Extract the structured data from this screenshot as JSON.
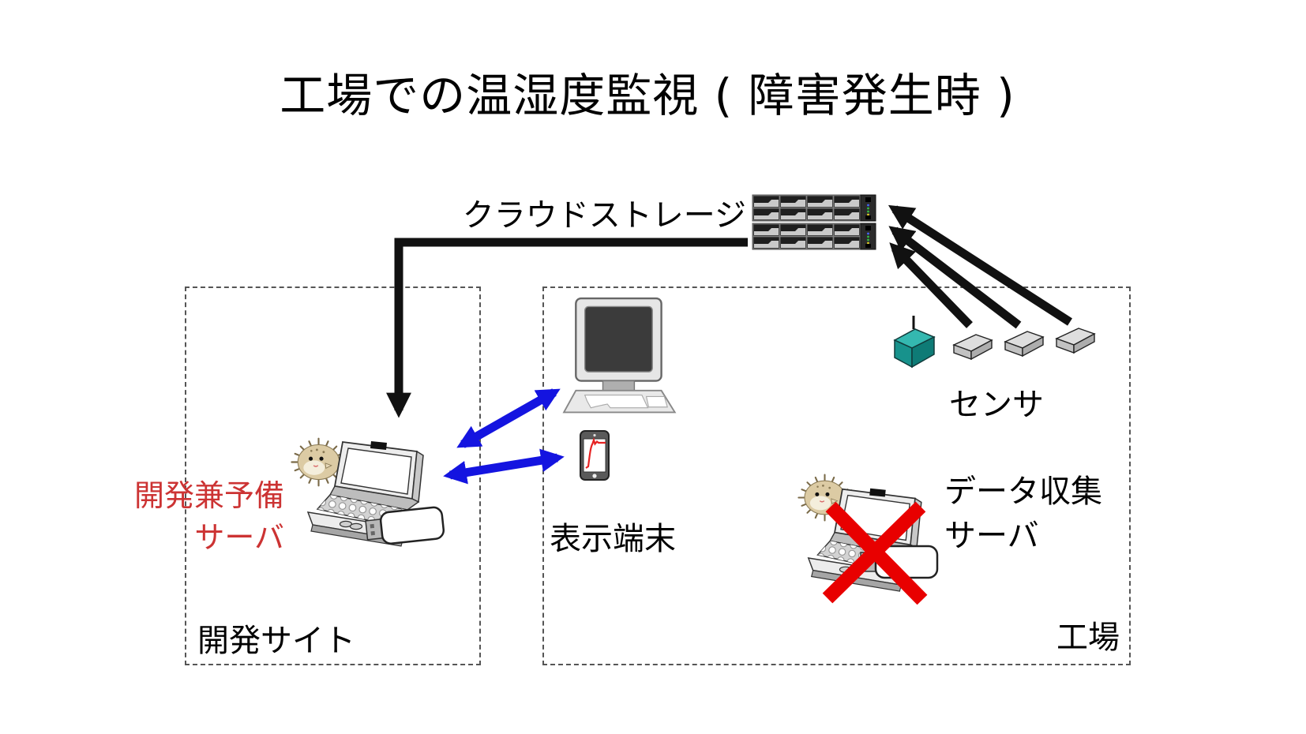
{
  "title": "工場での温湿度監視 ( 障害発生時 )",
  "colors": {
    "background": "#ffffff",
    "text": "#000000",
    "standby_label_red": "#CC3333",
    "failure_x_red": "#E80000",
    "arrow_blue": "#1414E0",
    "arrow_black": "#111111",
    "sensor_teal": "#2FB8B2"
  },
  "cloud_storage": {
    "label": "クラウドストレージ",
    "icon": "server-rack-icon"
  },
  "dev_site": {
    "box_label": "開発サイト",
    "server_label_line1": "開発兼予備",
    "server_label_line2": "サーバ",
    "icons": [
      "pufferfish-icon",
      "laptop-icon",
      "usb-stick-icon"
    ]
  },
  "factory": {
    "box_label": "工場",
    "sensors_label": "センサ",
    "display_terminal_label": "表示端末",
    "data_server_label_line1": "データ収集",
    "data_server_label_line2": "サーバ",
    "data_server_status": "failed-red-x",
    "icons": [
      "desktop-monitor-icon",
      "smartphone-icon",
      "sensor-box-icons",
      "pufferfish-icon",
      "laptop-icon",
      "usb-stick-icon"
    ]
  },
  "connections": [
    {
      "from": "cloud-storage",
      "to": "dev-backup-server",
      "style": "black-elbow-arrow"
    },
    {
      "from": "sensors",
      "to": "cloud-storage",
      "style": "black-arrow",
      "count": 3
    },
    {
      "from": "dev-backup-server",
      "to": "display-monitor",
      "style": "blue-double-arrow"
    },
    {
      "from": "dev-backup-server",
      "to": "smartphone",
      "style": "blue-double-arrow"
    }
  ]
}
